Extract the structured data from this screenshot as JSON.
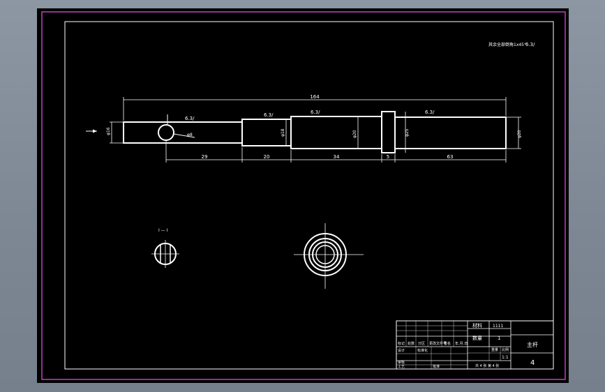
{
  "colors": {
    "background": "#7f8995",
    "sheet": "#000000",
    "outer_border": "#c040c0",
    "line": "#ffffff"
  },
  "drawing": {
    "tech_note": "其余全部倒角1x45°",
    "top_roughness": "6.3/",
    "dims": {
      "overall": "164",
      "seg1": "29",
      "seg2": "20",
      "seg3": "34",
      "seg4": "5",
      "seg5": "63",
      "left_dia": "φ16",
      "hole_dia": "φ8",
      "seg2_dia": "φ18",
      "seg3_dia": "φ20",
      "collar_dia": "φ25",
      "right_dia": "φ20"
    },
    "roughness": {
      "r1": "6.3/",
      "r2": "6.3/",
      "r3": "6.3/",
      "r4": "6.3/"
    },
    "section_label": "I — I"
  },
  "title_block": {
    "material_label": "材料",
    "material_value": "1111",
    "qty_label": "数量",
    "qty_value": "1",
    "part_name": "主杆",
    "drawing_no": "4",
    "scale_value": "1:1",
    "weight_label": "重量",
    "scale_label": "比例",
    "sheet_info": "共 4 张 第 4 张",
    "rows": {
      "mark": "标记",
      "count": "处数",
      "zone": "分区",
      "change_doc": "更改文件号",
      "sign": "签名",
      "date": "年.月.日",
      "design": "设计",
      "standard": "标准化",
      "review": "审核",
      "process": "工艺",
      "approve": "批准"
    }
  }
}
